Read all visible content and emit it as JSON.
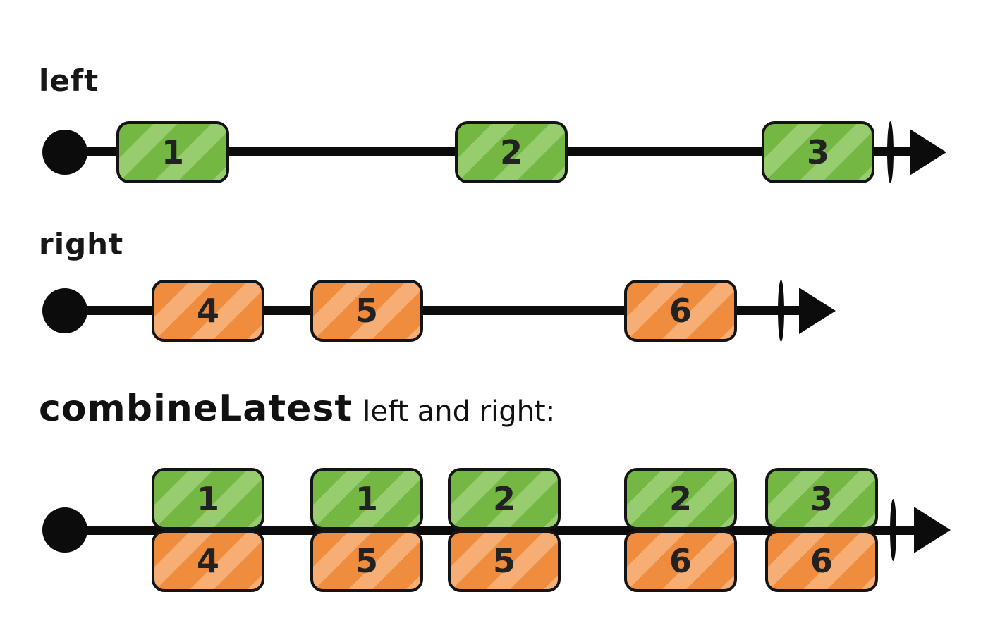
{
  "colors": {
    "green": "#74b843",
    "green_light": "#97cd6e",
    "orange": "#f08c3e",
    "orange_light": "#f6ae74",
    "stroke": "#0c0c0c"
  },
  "diagram": {
    "left": {
      "label": "left",
      "marbles": [
        "1",
        "2",
        "3"
      ]
    },
    "right": {
      "label": "right",
      "marbles": [
        "4",
        "5",
        "6"
      ]
    },
    "result": {
      "label_operator": "combineLatest",
      "label_rest": "left and right:",
      "pairs": [
        [
          "1",
          "4"
        ],
        [
          "1",
          "5"
        ],
        [
          "2",
          "5"
        ],
        [
          "2",
          "6"
        ],
        [
          "3",
          "6"
        ]
      ]
    }
  }
}
